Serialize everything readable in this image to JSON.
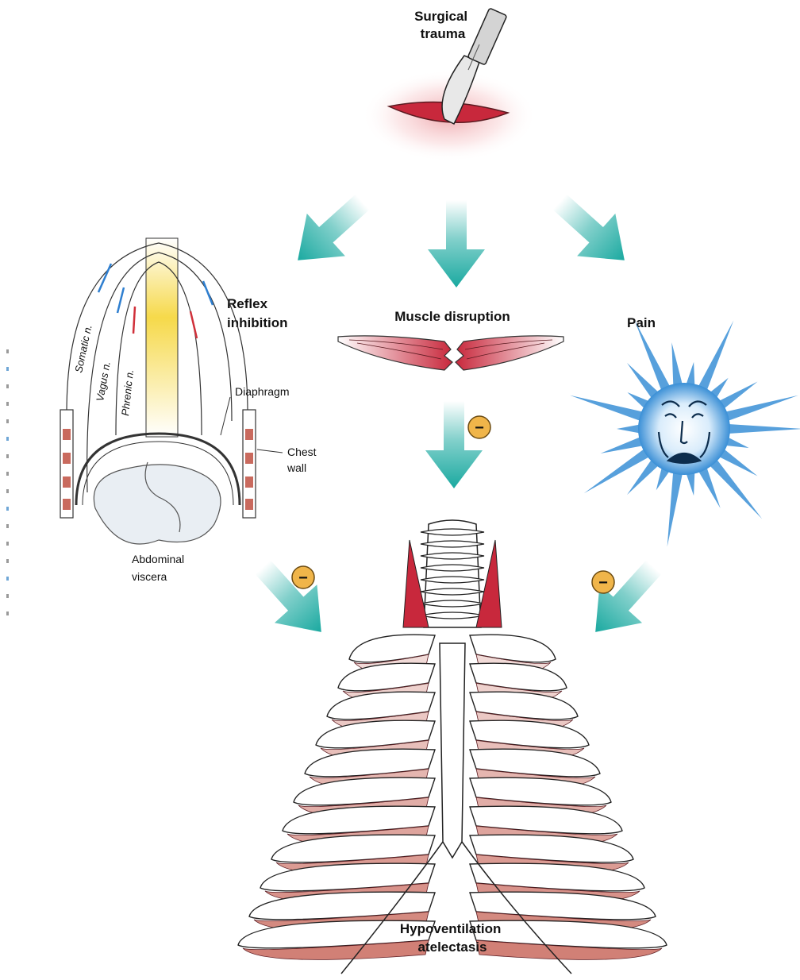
{
  "labels": {
    "surgical_trauma": [
      "Surgical",
      "trauma"
    ],
    "reflex_inhibition": [
      "Reflex",
      "inhibition"
    ],
    "muscle_disruption": "Muscle disruption",
    "pain": "Pain",
    "hypoventilation": [
      "Hypoventilation",
      "atelectasis"
    ],
    "diaphragm": "Diaphragm",
    "chest_wall": [
      "Chest",
      "wall"
    ],
    "abdominal_viscera": [
      "Abdominal",
      "viscera"
    ],
    "somatic_nerve": "Somatic n.",
    "vagus_nerve": "Vagus n.",
    "phrenic_nerve": "Phrenic n."
  },
  "inhibition_symbol": "−",
  "colors": {
    "arrow": "#1aa9a0",
    "muscle": "#c8283c",
    "pain": "#3a8fd6",
    "inhibition_badge": "#f0b54a",
    "ribcage_muscle": "#c96a5e"
  }
}
